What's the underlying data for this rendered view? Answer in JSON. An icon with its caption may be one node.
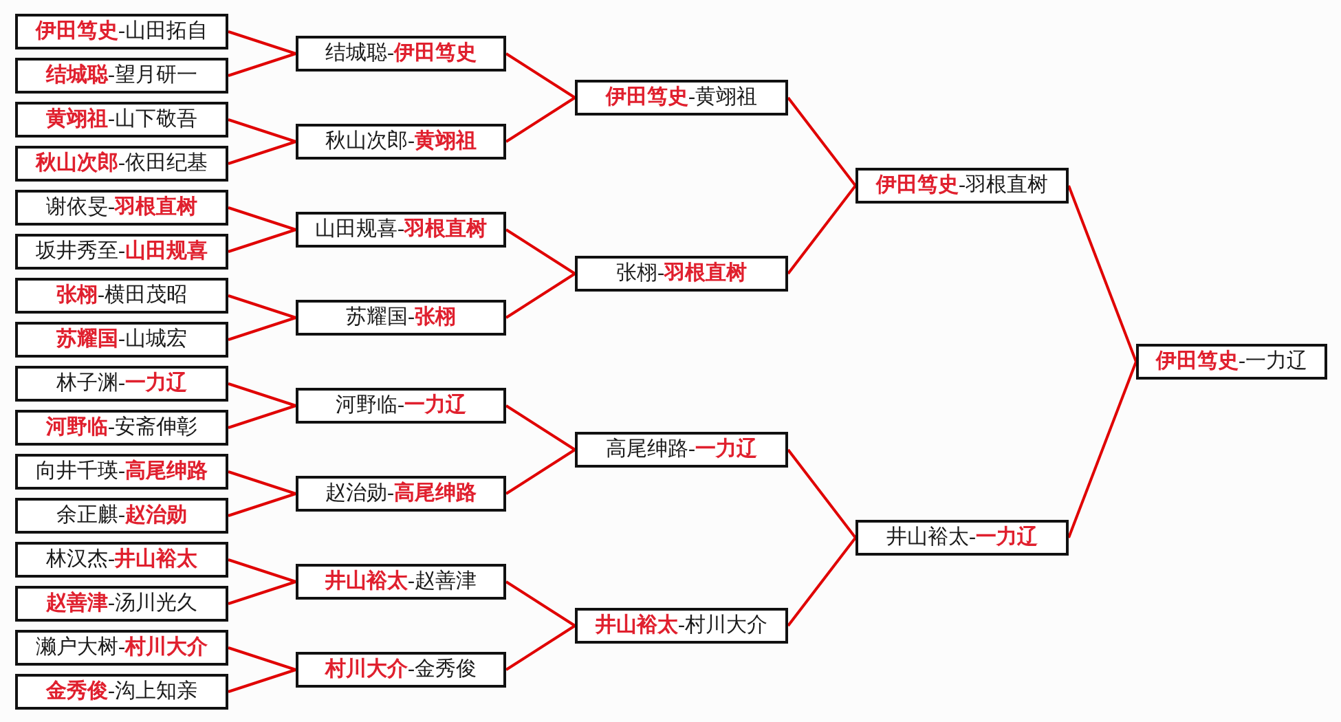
{
  "diagram": {
    "nodes": [
      {
        "text": [
          "**伊田笃史**-山田拓自"
        ]
      },
      {
        "text": [
          "**结城聪**-望月研一"
        ]
      },
      {
        "text": [
          "**黄翊祖**-山下敬吾"
        ]
      },
      {
        "text": [
          "**秋山次郎**-依田纪基"
        ]
      },
      {
        "text": [
          "谢依旻-**羽根直树**"
        ]
      },
      {
        "text": [
          "坂井秀至-**山田规喜**"
        ]
      },
      {
        "text": [
          "**张栩**-横田茂昭"
        ]
      },
      {
        "text": [
          "**苏耀国**-山城宏"
        ]
      },
      {
        "text": [
          "林子渊-**一力辽**"
        ]
      },
      {
        "text": [
          "**河野临**-安斋伸彰"
        ]
      },
      {
        "text": [
          "向井千瑛-**高尾绅路**"
        ]
      },
      {
        "text": [
          "余正麒-**赵治勋**"
        ]
      },
      {
        "text": [
          "林汉杰-**井山裕太**"
        ]
      },
      {
        "text": [
          "**赵善津**-汤川光久"
        ]
      },
      {
        "text": [
          "濑户大树-**村川大介**"
        ]
      },
      {
        "text": [
          "**金秀俊**-沟上知亲"
        ]
      },
      {
        "text": [
          "结城聪-**伊田笃史**"
        ]
      },
      {
        "text": [
          "秋山次郎-**黄翊祖**"
        ]
      },
      {
        "text": [
          "山田规喜-**羽根直树**"
        ]
      },
      {
        "text": [
          "苏耀国-**张栩**"
        ]
      },
      {
        "text": [
          "河野临-**一力辽**"
        ]
      },
      {
        "text": [
          "赵治勋-**高尾绅路**"
        ]
      },
      {
        "text": [
          "**井山裕太**-赵善津"
        ]
      },
      {
        "text": [
          "**村川大介**-金秀俊"
        ]
      },
      {
        "text": [
          "**伊田笃史**-黄翊祖"
        ]
      },
      {
        "text": [
          "张栩-**羽根直树**"
        ]
      },
      {
        "text": [
          "高尾绅路-**一力辽**"
        ]
      },
      {
        "text": [
          "**井山裕太**-村川大介"
        ]
      },
      {
        "text": [
          "**伊田笃史**-羽根直树"
        ]
      },
      {
        "text": [
          "井山裕太-**一力辽**"
        ]
      },
      {
        "text": [
          "**伊田笃史**-一力辽"
        ]
      }
    ],
    "edges": [
      {
        "from": 0,
        "to": 16,
        "arrow": "none"
      },
      {
        "from": 1,
        "to": 16,
        "arrow": "none"
      },
      {
        "from": 2,
        "to": 17,
        "arrow": "none"
      },
      {
        "from": 3,
        "to": 17,
        "arrow": "none"
      },
      {
        "from": 4,
        "to": 18,
        "arrow": "none"
      },
      {
        "from": 5,
        "to": 18,
        "arrow": "none"
      },
      {
        "from": 6,
        "to": 19,
        "arrow": "none"
      },
      {
        "from": 7,
        "to": 19,
        "arrow": "none"
      },
      {
        "from": 8,
        "to": 20,
        "arrow": "none"
      },
      {
        "from": 9,
        "to": 20,
        "arrow": "none"
      },
      {
        "from": 10,
        "to": 21,
        "arrow": "none"
      },
      {
        "from": 11,
        "to": 21,
        "arrow": "none"
      },
      {
        "from": 12,
        "to": 22,
        "arrow": "none"
      },
      {
        "from": 13,
        "to": 22,
        "arrow": "none"
      },
      {
        "from": 14,
        "to": 23,
        "arrow": "none"
      },
      {
        "from": 15,
        "to": 23,
        "arrow": "none"
      },
      {
        "from": 16,
        "to": 24,
        "arrow": "none"
      },
      {
        "from": 17,
        "to": 24,
        "arrow": "none"
      },
      {
        "from": 18,
        "to": 25,
        "arrow": "none"
      },
      {
        "from": 19,
        "to": 25,
        "arrow": "none"
      },
      {
        "from": 20,
        "to": 26,
        "arrow": "none"
      },
      {
        "from": 21,
        "to": 26,
        "arrow": "none"
      },
      {
        "from": 22,
        "to": 27,
        "arrow": "none"
      },
      {
        "from": 23,
        "to": 27,
        "arrow": "none"
      },
      {
        "from": 24,
        "to": 28,
        "arrow": "none"
      },
      {
        "from": 25,
        "to": 28,
        "arrow": "none"
      },
      {
        "from": 26,
        "to": 29,
        "arrow": "none"
      },
      {
        "from": 27,
        "to": 29,
        "arrow": "none"
      },
      {
        "from": 28,
        "to": 30,
        "arrow": "none"
      },
      {
        "from": 29,
        "to": 30,
        "arrow": "none"
      }
    ]
  }
}
